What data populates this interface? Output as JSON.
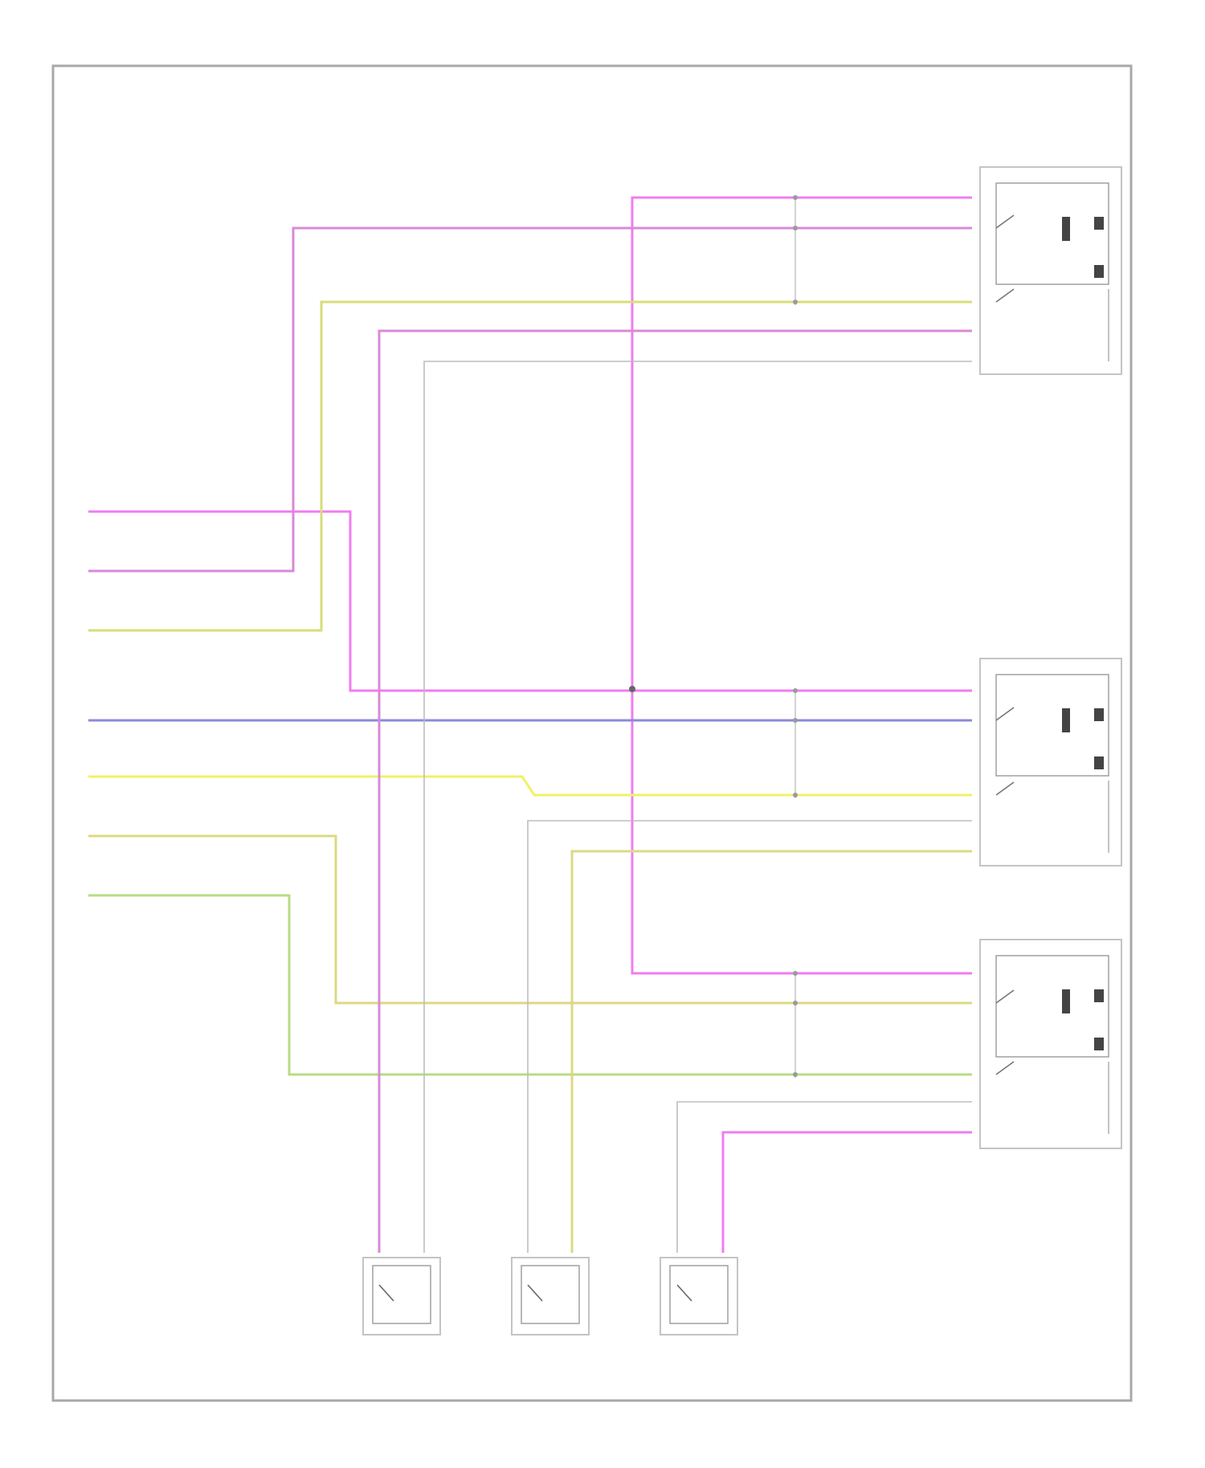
{
  "colors": {
    "pink": "#f07cf0",
    "violet_pink": "#d88ad8",
    "yellow_green": "#d7dd7a",
    "blue_violet": "#8a8ad8",
    "yellow": "#f0f06a",
    "tan_yellow": "#dcd884",
    "green": "#b8dc84",
    "gray": "#bdbdbd",
    "frame": "#a8a8a8"
  },
  "connector_labels": {
    "input_1": "",
    "input_2": "",
    "input_3": "",
    "input_4": "",
    "input_5": "",
    "input_6": "",
    "input_7": ""
  },
  "splice": {
    "caption": ""
  },
  "modules": [
    {
      "id": "module-top",
      "caption": ""
    },
    {
      "id": "module-middle",
      "caption": ""
    },
    {
      "id": "module-bottom",
      "caption": ""
    }
  ],
  "switches": [
    {
      "id": "switch-1",
      "caption": ""
    },
    {
      "id": "switch-2",
      "caption": ""
    },
    {
      "id": "switch-3",
      "caption": ""
    }
  ],
  "footer": {
    "code": ""
  }
}
